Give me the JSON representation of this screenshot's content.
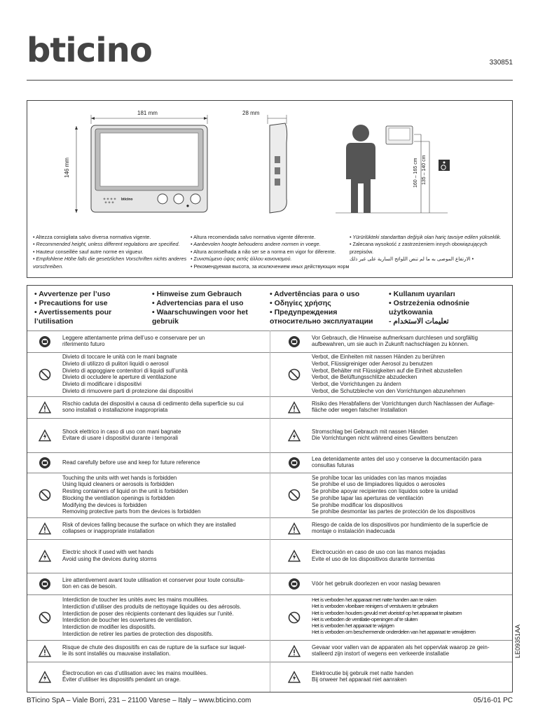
{
  "header": {
    "logo": "bticino",
    "code": "330851"
  },
  "dims": {
    "width": "181 mm",
    "height": "146 mm",
    "depth": "28 mm",
    "h1": "160 – 165 cm",
    "h2": "135 – 140 cm",
    "brand_on_device": "bticino"
  },
  "notes": {
    "col1": [
      "• Altezza consigliata salvo diversa normativa vigente.",
      "• Recommended height, unless different regulations are specified.",
      "• Hauteur conseillée sauf autre norme en vigueur.",
      "• Empfohlene Höhe falls die gesetzlichen Vorschriften nichts anderes",
      "   vorschreiben."
    ],
    "col2": [
      "• Altura recomendada salvo normativa vigente diferente.",
      "• Aanbevolen hoogte behoudens andere normen in voege.",
      "• Altura aconselhada a não ser se a norma em vigor for diferente.",
      "• Συνιστώμενο ύψος εκτός άλλου κανονισμού.",
      "• Рекомендуемая высота, за исключением иных действующих норм"
    ],
    "col3": [
      "• Yürürlükteki standarttan değişik olan hariç tavsiye edilen yükseklik.",
      "• Zalecana wysokość z zastrzeżeniem innych obowiązujących",
      "   przepisów.",
      "• الارتفاع الموصى به ما لم تنص اللوائح السارية على غير ذلك"
    ]
  },
  "headings": {
    "col1": [
      "• Avvertenze per l’uso",
      "• Precautions for use",
      "• Avertissements pour",
      "l’utilisation"
    ],
    "col2": [
      "• Hinweise zum Gebrauch",
      "• Advertencias para el uso",
      "• Waarschuwingen voor het",
      "gebruik"
    ],
    "col3": [
      "• Advertências para o uso",
      "• Οδηγίες χρήσης",
      "• Предупреждения",
      "относительно эксплуатации"
    ],
    "col4": [
      "• Kullanım uyarıları",
      "• Ostrzeżenia odnośnie",
      "użytkowania",
      "- تعليمات الاستخدام"
    ]
  },
  "rows": [
    {
      "icon": "read-icon",
      "left": [
        "Leggere attentamente prima dell’uso e conservare per un",
        "riferimento futuro"
      ],
      "right": [
        "Vor Gebrauch, die Hinweise aufmerksam durchlesen und sorgfältig",
        "aufbewahren, um sie auch in Zukunft nachschlagen zu können."
      ]
    },
    {
      "icon": "prohibit-icon",
      "left": [
        "Divieto di toccare le unità con le mani bagnate",
        "Divieto di utilizzo di pulitori liquidi o aerosol",
        "Divieto di appoggiare contenitori di liquidi sull’unità",
        "Divieto di occludere le aperture di ventilazione",
        "Divieto di modificare i dispositivi",
        "Divieto di rimuovere parti di protezione dai dispositivi"
      ],
      "right": [
        "Verbot, die Einheiten mit nassen Händen zu berühren",
        "Verbot, Flüssigreiniger oder Aerosol zu benutzen",
        "Verbot, Behälter mit Flüssigkeiten auf die Einheit abzustellen",
        "Verbot, die Belüftungsschlitze abzudecken",
        "Verbot, die Vorrichtungen zu ändern",
        "Verbot, die Schutzbleche von den Vorrichtungen abzunehmen"
      ]
    },
    {
      "icon": "warning-icon",
      "left": [
        "Rischio caduta dei dispositivi a causa di cedimento della superficie su cui",
        "sono installati o installazione inappropriata"
      ],
      "right": [
        "Risiko des Herabfallens der Vorrichtungen durch Nachlassen der Auflage-",
        "fläche oder wegen falscher Installation"
      ]
    },
    {
      "icon": "shock-icon",
      "left": [
        "Shock elettrico in caso di uso con mani bagnate",
        "Evitare di usare i dispositivi durante i temporali"
      ],
      "right": [
        "Stromschlag bei Gebrauch mit nassen Händen",
        "Die Vorrichtungen nicht während eines Gewitters benutzen"
      ]
    },
    {
      "icon": "read-icon",
      "left": [
        "Read carefully before use and keep for future reference"
      ],
      "right": [
        "Lea detenidamente antes del uso y conserve la documentación para",
        "consultas futuras"
      ]
    },
    {
      "icon": "prohibit-icon",
      "left": [
        "Touching the units with wet hands is forbidden",
        "Using liquid cleaners or aerosols is forbidden",
        "Resting containers of liquid on the unit is forbidden",
        "Blocking the ventilation openings is forbidden",
        "Modifying the devices is forbidden",
        "Removing protective parts from the devices is forbidden"
      ],
      "right": [
        "Se prohíbe tocar las unidades con las manos mojadas",
        "Se prohíbe el uso de limpiadores líquidos o aerosoles",
        "Se prohíbe apoyar recipientes con líquidos sobre la unidad",
        "Se prohíbe tapar las aperturas de ventilación",
        "Se prohíbe modificar los dispositivos",
        "Se prohíbe desmontar las partes de protección de los dispositivos"
      ]
    },
    {
      "icon": "warning-icon",
      "left": [
        "Risk of devices falling because the surface on which they are installed",
        "collapses or inappropriate installation"
      ],
      "right": [
        "Riesgo de caída de los dispositivos por hundimiento de la superficie de",
        "montaje o instalación inadecuada"
      ]
    },
    {
      "icon": "shock-icon",
      "left": [
        "Electric shock if used with wet hands",
        "Avoid using the devices during storms"
      ],
      "right": [
        "Electrocución en caso de uso con las manos mojadas",
        "Evite el uso de los dispositivos durante tormentas"
      ]
    },
    {
      "icon": "read-icon",
      "left": [
        "Lire attentivement avant toute utilisation et conserver pour toute consulta-",
        "tion en cas de besoin."
      ],
      "right": [
        "Vóór het gebruik doorlezen en voor naslag bewaren"
      ]
    },
    {
      "icon": "prohibit-icon",
      "left": [
        "Interdiction de toucher les unités avec les mains mouillées.",
        "Interdiction d’utiliser des produits de nettoyage liquides ou des aérosols.",
        "Interdiction de poser des récipients contenant des liquides sur l’unité.",
        "Interdiction de boucher les ouvertures de ventilation.",
        "Interdiction de modifier les dispositifs.",
        "Interdiction de retirer les parties de protection des dispositifs."
      ],
      "right": [
        "Het is verboden het apparaat met natte handen aan te raken",
        "Het is verboden vloeibare reinigers of verstuivers te gebruiken",
        "Het is verboden houders gevuld met vloeistof op het apparaat te plaatsen",
        "Het is verboden de ventilatie-openingen af te sluiten",
        "Het is verboden het apparaat te wijzigen",
        "Het is verboden om beschermende onderdelen van het apparaat te verwijderen"
      ]
    },
    {
      "icon": "warning-icon",
      "left": [
        "Risque de chute des dispositifs en cas de rupture de la surface sur laquel-",
        "le ils sont installés ou mauvaise installation."
      ],
      "right": [
        "Gevaar voor vallen van de apparaten als het oppervlak waarop ze gein-",
        "stalleerd zijn instort of wegens een verkeerde installatie"
      ]
    },
    {
      "icon": "shock-icon",
      "left": [
        "Électrocution en cas d’utilisation avec les mains mouillées.",
        "Éviter d’utiliser les dispositifs pendant un orage."
      ],
      "right": [
        "Elektrocutie bij gebruik met natte handen",
        "Bij onweer het apparaat niet aanraken"
      ]
    }
  ],
  "footer": {
    "left": "BTicino SpA – Viale Borri, 231 – 21100 Varese – Italy – www.bticino.com",
    "right": "05/16-01 PC",
    "side": "LE09351AA"
  }
}
